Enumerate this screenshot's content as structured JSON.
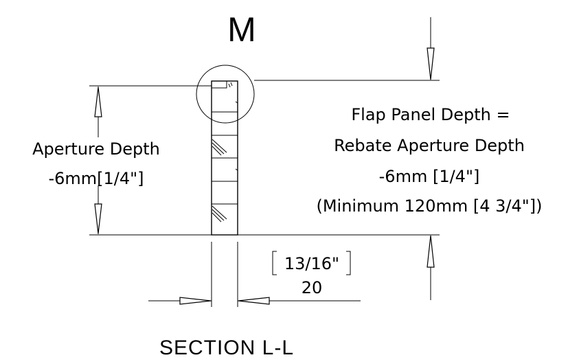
{
  "detail_marker": "M",
  "aperture_label": {
    "line1": "Aperture Depth",
    "line2": "-6mm[1/4\"]"
  },
  "flap_label": {
    "line1": "Flap Panel Depth =",
    "line2": "Rebate Aperture Depth",
    "line3": "-6mm [1/4\"]",
    "line4": "(Minimum 120mm [4 3/4\"])"
  },
  "thickness_dimension": {
    "imperial": "13/16\"",
    "metric": "20"
  },
  "section_title": "SECTION L-L"
}
